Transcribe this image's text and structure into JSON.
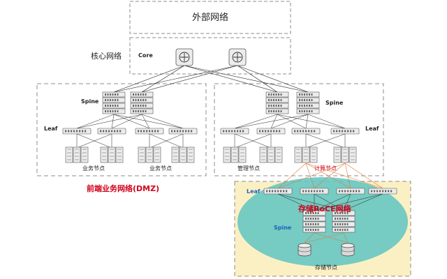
{
  "labels": {
    "external_network": "外部网络",
    "core_network": "核心网络",
    "core": "Core",
    "spine": "Spine",
    "leaf": "Leaf",
    "business_node": "业务节点",
    "management_node": "管理节点",
    "compute_node": "计算节点",
    "frontend_zone": "前端业务网络(DMZ)",
    "storage_roce": "存储RoCE网络",
    "storage_node": "存储节点"
  },
  "colors": {
    "dashed_border": "#8c8c8c",
    "line": "#222222",
    "device_fill": "#ececec",
    "device_stroke": "#555555",
    "frontend_title": "#d0021b",
    "storage_title": "#d0021b",
    "storage_zone_fill": "#fbf0c4",
    "storage_ellipse_fill": "#5ec4c2",
    "compute_link": "#e07a3a",
    "spine_label_storage": "#1f5fbf"
  }
}
